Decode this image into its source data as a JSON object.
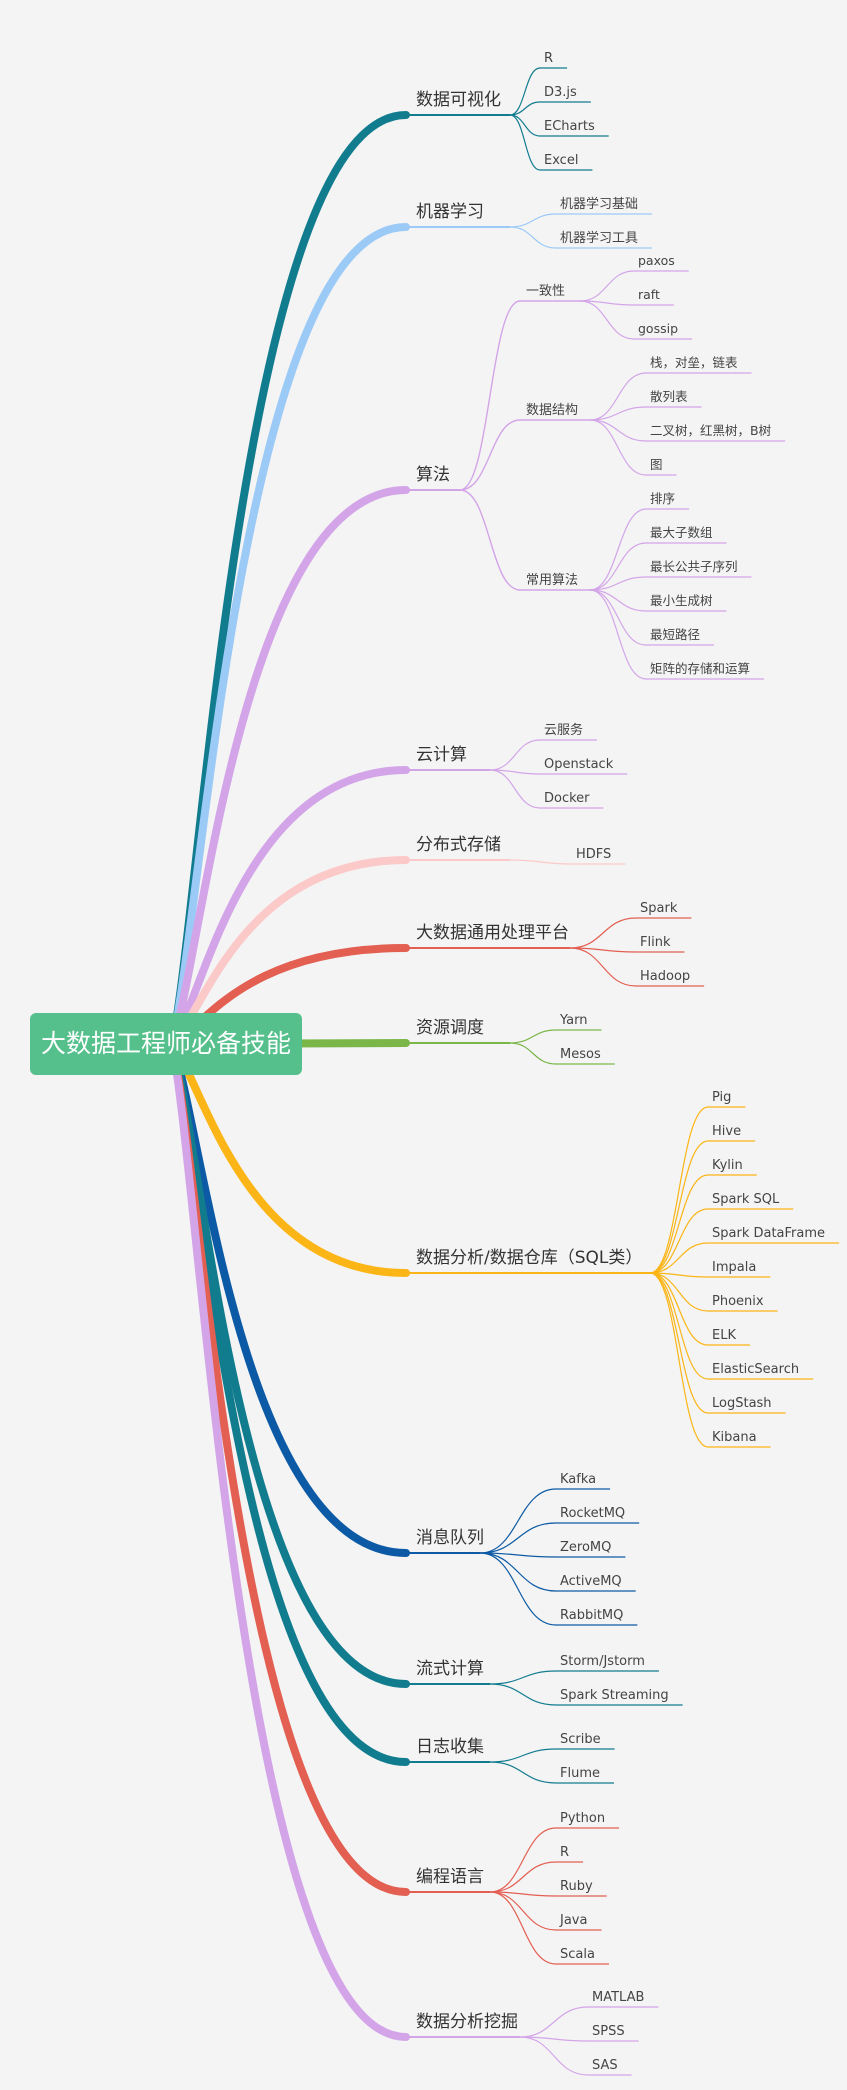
{
  "root": {
    "label": "大数据工程师必备技能",
    "color": "#55c08c"
  },
  "branches": [
    {
      "label": "数据可视化",
      "color": "#127c8f",
      "children": [
        "R",
        "D3.js",
        "ECharts",
        "Excel"
      ]
    },
    {
      "label": "机器学习",
      "color": "#9ccaf7",
      "children": [
        "机器学习基础",
        "机器学习工具"
      ]
    },
    {
      "label": "算法",
      "color": "#d3a5e8",
      "groups": [
        {
          "label": "一致性",
          "children": [
            "paxos",
            "raft",
            "gossip"
          ]
        },
        {
          "label": "数据结构",
          "children": [
            "栈，对垒，链表",
            "散列表",
            "二叉树，红黑树，B树",
            "图"
          ]
        },
        {
          "label": "常用算法",
          "children": [
            "排序",
            "最大子数组",
            "最长公共子序列",
            "最小生成树",
            "最短路径",
            "矩阵的存储和运算"
          ]
        }
      ]
    },
    {
      "label": "云计算",
      "color": "#d3a5e8",
      "children": [
        "云服务",
        "Openstack",
        "Docker"
      ]
    },
    {
      "label": "分布式存储",
      "color": "#fcc9c9",
      "children": [
        "HDFS"
      ]
    },
    {
      "label": "大数据通用处理平台",
      "color": "#e35f52",
      "children": [
        "Spark",
        "Flink",
        "Hadoop"
      ]
    },
    {
      "label": "资源调度",
      "color": "#7ab648",
      "children": [
        "Yarn",
        "Mesos"
      ]
    },
    {
      "label": "数据分析/数据仓库（SQL类）",
      "color": "#fbb516",
      "children": [
        "Pig",
        "Hive",
        "Kylin",
        "Spark SQL",
        "Spark DataFrame",
        "Impala",
        "Phoenix",
        "ELK",
        "ElasticSearch",
        "LogStash",
        "Kibana"
      ]
    },
    {
      "label": "消息队列",
      "color": "#0c5aa5",
      "children": [
        "Kafka",
        "RocketMQ",
        "ZeroMQ",
        "ActiveMQ",
        "RabbitMQ"
      ]
    },
    {
      "label": "流式计算",
      "color": "#127c8f",
      "children": [
        "Storm/Jstorm",
        "Spark Streaming"
      ]
    },
    {
      "label": "日志收集",
      "color": "#127c8f",
      "children": [
        "Scribe",
        "Flume"
      ]
    },
    {
      "label": "编程语言",
      "color": "#e35f52",
      "children": [
        "Python",
        "R",
        "Ruby",
        "Java",
        "Scala"
      ]
    },
    {
      "label": "数据分析挖掘",
      "color": "#d3a5e8",
      "children": [
        "MATLAB",
        "SPSS",
        "SAS"
      ]
    }
  ]
}
